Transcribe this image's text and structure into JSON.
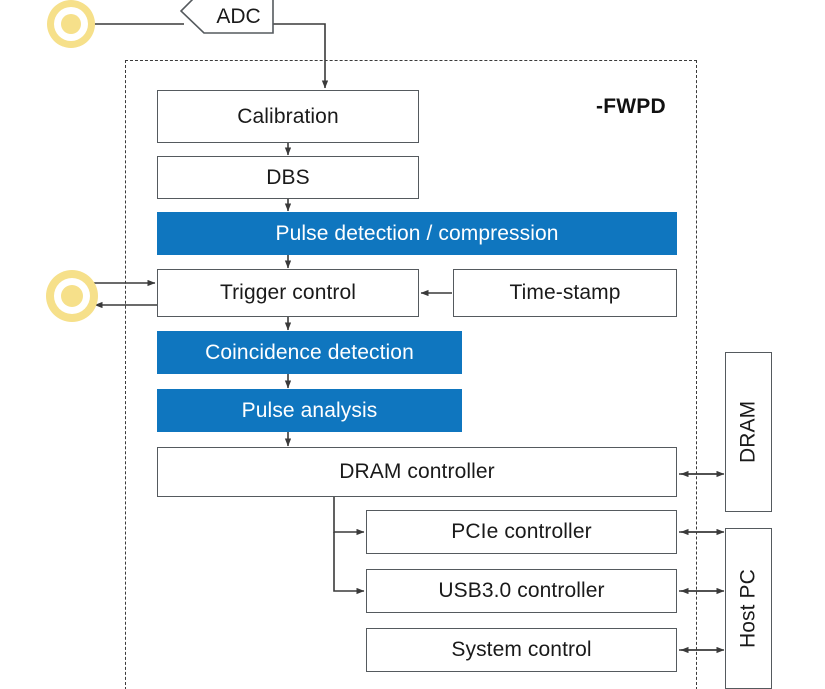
{
  "diagram": {
    "title_label": "-FWPD",
    "colors": {
      "accent_blue": "#0f76bf",
      "connector_yellow": "#f6e08a",
      "box_border": "#555a5e",
      "dashed_border": "#3b3b3b",
      "wire": "#3a3a3a",
      "text_dark": "#1a1a1a",
      "text_light": "#ffffff"
    },
    "external": {
      "adc_label": "ADC",
      "connector_top_name": "coaxial-input-connector",
      "connector_trigger_name": "coaxial-trigger-connector"
    },
    "blocks": [
      {
        "id": "calibration",
        "label": "Calibration",
        "style": "plain"
      },
      {
        "id": "dbs",
        "label": "DBS",
        "style": "plain"
      },
      {
        "id": "pulse_detection",
        "label": "Pulse detection / compression",
        "style": "accent"
      },
      {
        "id": "trigger_control",
        "label": "Trigger control",
        "style": "plain"
      },
      {
        "id": "time_stamp",
        "label": "Time-stamp",
        "style": "plain"
      },
      {
        "id": "coincidence",
        "label": "Coincidence detection",
        "style": "accent"
      },
      {
        "id": "pulse_analysis",
        "label": "Pulse analysis",
        "style": "accent"
      },
      {
        "id": "dram_controller",
        "label": "DRAM controller",
        "style": "plain"
      },
      {
        "id": "pcie_controller",
        "label": "PCIe controller",
        "style": "plain"
      },
      {
        "id": "usb_controller",
        "label": "USB3.0 controller",
        "style": "plain"
      },
      {
        "id": "system_control",
        "label": "System control",
        "style": "plain"
      }
    ],
    "peripherals": [
      {
        "id": "dram",
        "label": "DRAM",
        "orientation": "vertical"
      },
      {
        "id": "host_pc",
        "label": "Host PC",
        "orientation": "vertical"
      }
    ]
  }
}
